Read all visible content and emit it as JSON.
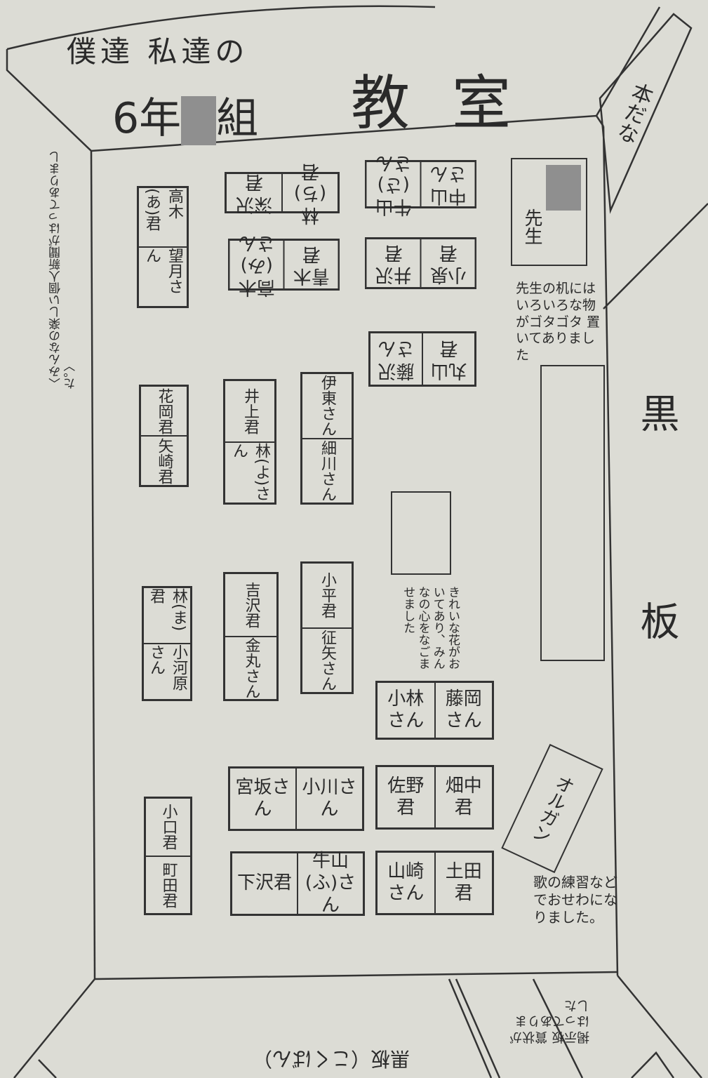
{
  "title": {
    "line1": "僕達 私達の",
    "grade": "6年",
    "class_suffix": "組",
    "room": "教室"
  },
  "walls": {
    "bookshelf": "本だな",
    "blackboard": "黒板",
    "back_board": "黒板（こくばん）",
    "left_wall_note": "〈みんなの楽しい個人新聞がはってありました。〉",
    "back_strip_note": "掲示板 賞状が はってありました"
  },
  "teacher": {
    "desk_label": "先生",
    "note": "先生の机には いろいろな物がゴタゴタ 置いてありました"
  },
  "center_note": "きれいな花がおいてあり、みんなの心をなごませました",
  "organ": {
    "label": "オルガン",
    "note": "歌の練習などでおせわになりました。"
  },
  "desks": {
    "top_pairs": [
      [
        "深沢君",
        "林(ち)君"
      ],
      [
        "高木(み)さん",
        "青木君"
      ],
      [
        "牛山(さ)さん",
        "中山さん"
      ],
      [
        "井沢君",
        "小泉君"
      ],
      [
        "藤沢さん",
        "丸山君"
      ]
    ],
    "left_column": [
      [
        "高木(あ)君",
        "望月さん"
      ],
      [
        "花岡君",
        "矢崎君"
      ],
      [
        "林(ま)君",
        "小河原さん"
      ],
      [
        "小口君",
        "町田君"
      ]
    ],
    "middle_column": [
      [
        "井上君",
        "林(よ)さん"
      ],
      [
        "吉沢君",
        "金丸さん"
      ]
    ],
    "center_column": [
      [
        "伊東さん",
        "細川さん"
      ],
      [
        "小平君",
        "征矢さん"
      ]
    ],
    "front_pairs": [
      [
        "小林さん",
        "藤岡さん"
      ],
      [
        "宮坂さん",
        "小川さん"
      ],
      [
        "佐野君",
        "畑中君"
      ],
      [
        "下沢君",
        "牛山(ふ)さん"
      ],
      [
        "山崎さん",
        "土田君"
      ]
    ]
  }
}
